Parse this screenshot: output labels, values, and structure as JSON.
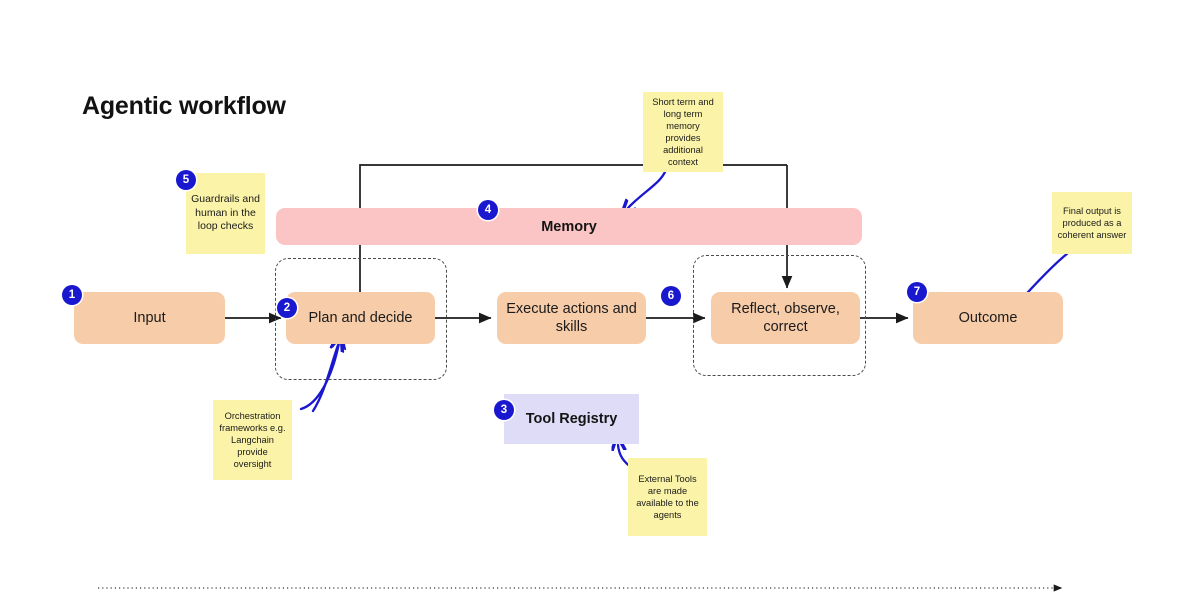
{
  "page": {
    "title": "Agentic workflow",
    "background": "#ffffff"
  },
  "colors": {
    "process_box": "#F7CCA9",
    "memory_bar": "#FAC5C4",
    "tool_registry": "#DEDCF7",
    "sticky_note": "#FBF4A8",
    "badge": "#1A18CE",
    "annotation_arrow": "#1A18CE",
    "flow_line": "#1b1b1b",
    "group_frame": "#4a4a4a"
  },
  "process_steps": [
    {
      "id": "input",
      "label": "Input",
      "badge": "1"
    },
    {
      "id": "plan",
      "label": "Plan and decide",
      "badge": "2"
    },
    {
      "id": "execute",
      "label": "Execute actions and skills",
      "badge": ""
    },
    {
      "id": "reflect",
      "label": "Reflect, observe, correct",
      "badge": "6"
    },
    {
      "id": "outcome",
      "label": "Outcome",
      "badge": "7"
    }
  ],
  "memory": {
    "label": "Memory",
    "badge": "4"
  },
  "tool_registry": {
    "label": "Tool Registry",
    "badge": "3"
  },
  "notes": [
    {
      "id": "memory-note",
      "text": "Short term and long term memory provides additional context",
      "badge": ""
    },
    {
      "id": "guardrails-note",
      "text": "Guardrails and human in the loop checks",
      "badge": "5"
    },
    {
      "id": "outcome-note",
      "text": "Final output is produced as a coherent answer",
      "badge": ""
    },
    {
      "id": "orchestration-note",
      "text": "Orchestration frameworks e.g. Langchain provide oversight",
      "badge": ""
    },
    {
      "id": "tools-note",
      "text": "External Tools are made available to the agents",
      "badge": ""
    }
  ]
}
